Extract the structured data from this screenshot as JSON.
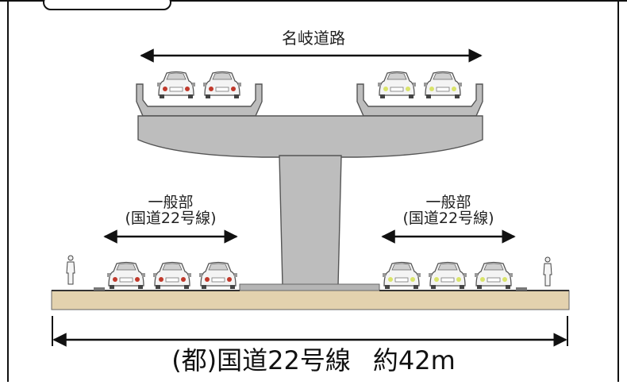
{
  "labels": {
    "expressway": "名岐道路",
    "general_left_line1": "一般部",
    "general_left_line2": "(国道22号線)",
    "general_right_line1": "一般部",
    "general_right_line2": "(国道22号線)",
    "road_name": "(都)国道22号線",
    "road_width": "約42m"
  },
  "colors": {
    "concrete": "#bdbdbd",
    "ground": "#e3d2ae",
    "car_red_light": "#c0392b",
    "car_yellow_light": "#d9e36a",
    "line": "#111111"
  },
  "icons": [
    "car-icon",
    "pedestrian-icon",
    "dimension-arrow-icon"
  ]
}
